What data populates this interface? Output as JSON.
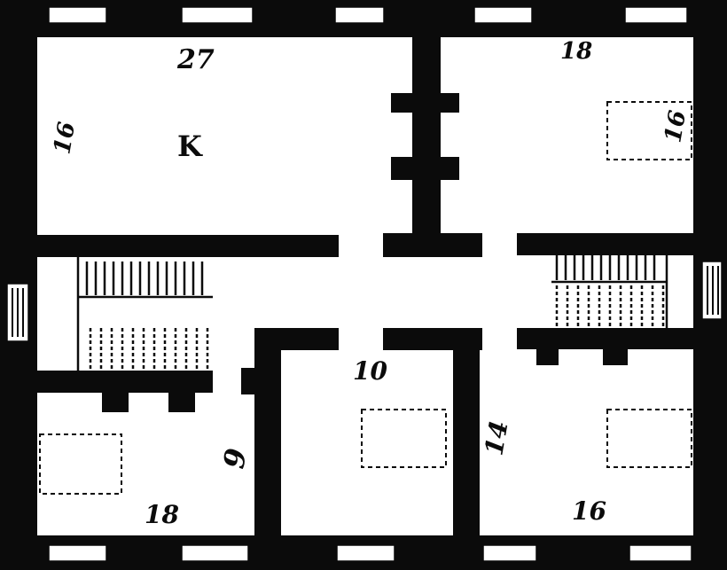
{
  "plan": {
    "room_top_left_size": "27",
    "room_top_left_side": "16",
    "room_top_left_letter": "K",
    "room_top_right_size": "18",
    "room_top_right_bed": "16",
    "room_center_size": "10",
    "room_bottom_left_size": "18",
    "room_bottom_left_side": "9",
    "room_bottom_right_side": "14",
    "room_bottom_right_size": "16"
  }
}
